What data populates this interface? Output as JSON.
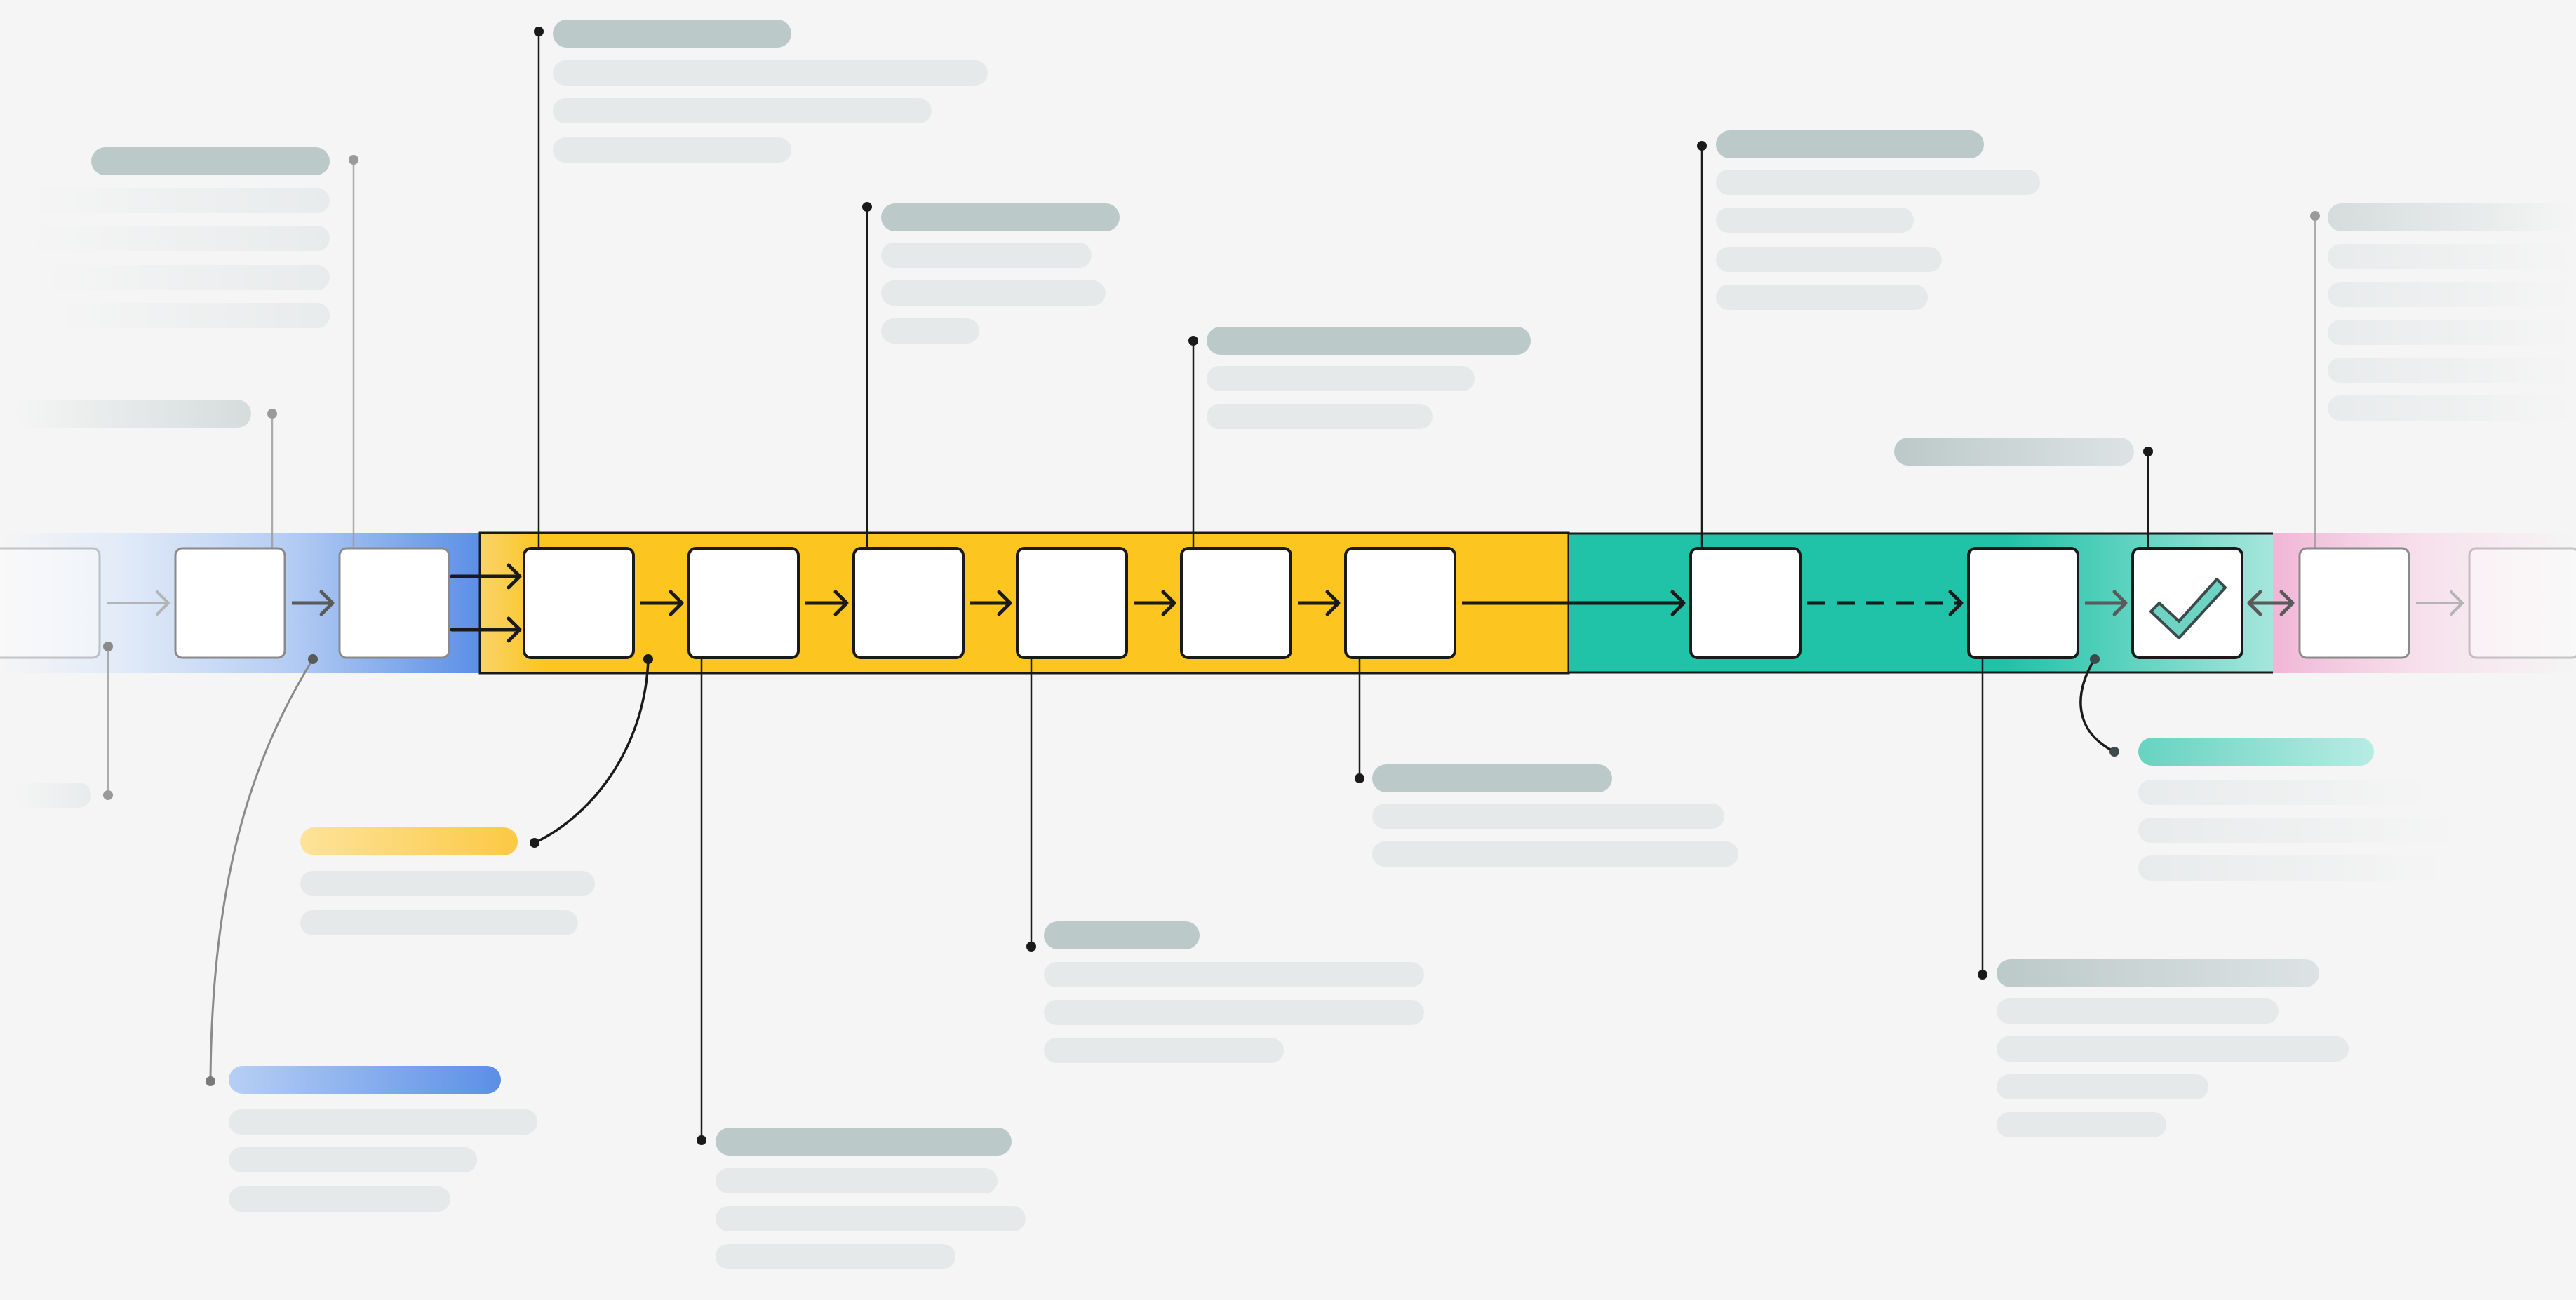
{
  "colors": {
    "background": "#f5f5f5",
    "band_blue": "#5b8fe6",
    "band_yellow": "#fcc51f",
    "band_teal": "#20c2a8",
    "band_pink": "#f0b6d6",
    "box_fill": "#ffffff",
    "outline": "#1a1a1a",
    "check_fill": "#6fd3c4",
    "label_primary": "#bcc9c9",
    "label_secondary": "#e5e9ea",
    "label_yellow": "#fcc944",
    "label_blue": "#5b8fe6",
    "label_teal": "#67d3c1"
  },
  "steps": [
    {
      "id": "step-0",
      "stage": "blue",
      "faded": true
    },
    {
      "id": "step-1",
      "stage": "blue"
    },
    {
      "id": "step-2",
      "stage": "blue"
    },
    {
      "id": "step-3",
      "stage": "yellow"
    },
    {
      "id": "step-4",
      "stage": "yellow"
    },
    {
      "id": "step-5",
      "stage": "yellow"
    },
    {
      "id": "step-6",
      "stage": "yellow"
    },
    {
      "id": "step-7",
      "stage": "yellow"
    },
    {
      "id": "step-8",
      "stage": "yellow"
    },
    {
      "id": "step-9",
      "stage": "teal"
    },
    {
      "id": "step-10",
      "stage": "teal"
    },
    {
      "id": "step-11",
      "stage": "teal",
      "icon": "checkmark-icon"
    },
    {
      "id": "step-12",
      "stage": "pink"
    },
    {
      "id": "step-13",
      "stage": "pink",
      "faded": true
    }
  ],
  "connectors": [
    {
      "from": "step-0",
      "to": "step-1",
      "style": "arrow",
      "faded": true
    },
    {
      "from": "step-1",
      "to": "step-2",
      "style": "arrow"
    },
    {
      "from": "step-2",
      "to": "step-3",
      "style": "double-arrow"
    },
    {
      "from": "step-3",
      "to": "step-4",
      "style": "arrow"
    },
    {
      "from": "step-4",
      "to": "step-5",
      "style": "arrow"
    },
    {
      "from": "step-5",
      "to": "step-6",
      "style": "arrow"
    },
    {
      "from": "step-6",
      "to": "step-7",
      "style": "arrow"
    },
    {
      "from": "step-7",
      "to": "step-8",
      "style": "arrow"
    },
    {
      "from": "step-8",
      "to": "step-9",
      "style": "long-arrow"
    },
    {
      "from": "step-9",
      "to": "step-10",
      "style": "dashed-arrow"
    },
    {
      "from": "step-10",
      "to": "step-11",
      "style": "arrow"
    },
    {
      "from": "step-11",
      "to": "step-12",
      "style": "bidirectional"
    },
    {
      "from": "step-12",
      "to": "step-13",
      "style": "arrow",
      "faded": true
    }
  ],
  "callouts": [
    {
      "id": "callout-step-1-upper",
      "target": "step-1",
      "position": "above",
      "lines": 1,
      "faded": true
    },
    {
      "id": "callout-step-2-upper",
      "target": "step-2",
      "position": "above",
      "lines": 5,
      "faded": true
    },
    {
      "id": "callout-step-3-upper",
      "target": "step-3",
      "position": "above",
      "lines": 4
    },
    {
      "id": "callout-step-5-upper",
      "target": "step-5",
      "position": "above",
      "lines": 4
    },
    {
      "id": "callout-step-7-upper",
      "target": "step-7",
      "position": "above",
      "lines": 3
    },
    {
      "id": "callout-step-9-upper",
      "target": "step-9",
      "position": "above",
      "lines": 5
    },
    {
      "id": "callout-step-11-upper",
      "target": "step-11",
      "position": "above",
      "lines": 1
    },
    {
      "id": "callout-step-12-upper",
      "target": "step-12",
      "position": "above",
      "lines": 6,
      "faded": true
    },
    {
      "id": "callout-step-0-lower",
      "target": "step-0",
      "position": "below",
      "lines": 1,
      "faded": true
    },
    {
      "id": "callout-blue-stage",
      "target": "step-2",
      "position": "below",
      "lines": 4,
      "accent": "blue",
      "curved": true
    },
    {
      "id": "callout-yellow-stage",
      "target": "step-3",
      "position": "below",
      "lines": 3,
      "accent": "yellow",
      "curved": true
    },
    {
      "id": "callout-step-4-lower",
      "target": "step-4",
      "position": "below",
      "lines": 4
    },
    {
      "id": "callout-step-6-lower",
      "target": "step-6",
      "position": "below",
      "lines": 4
    },
    {
      "id": "callout-step-8-lower",
      "target": "step-8",
      "position": "below",
      "lines": 3
    },
    {
      "id": "callout-step-10-lower",
      "target": "step-10",
      "position": "below",
      "lines": 5
    },
    {
      "id": "callout-teal-stage",
      "target": "step-11",
      "position": "below",
      "lines": 4,
      "accent": "teal",
      "curved": true
    }
  ]
}
